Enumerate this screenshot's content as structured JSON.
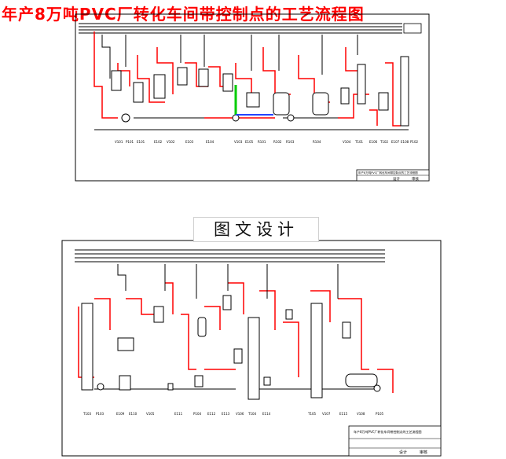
{
  "title": "年产8万吨PVC厂转化车间带控制点的工艺流程图",
  "caption": "图文设计",
  "sheet1": {
    "labels": [
      "V101",
      "P101",
      "E101",
      "E102",
      "V102",
      "E103",
      "E104",
      "V103",
      "E105",
      "R101",
      "R102",
      "R103",
      "R104",
      "V104",
      "T101",
      "E106",
      "T102",
      "E107",
      "E108",
      "P102"
    ],
    "title_block": "年产8万吨PVC厂转化车间带控制点的工艺流程图",
    "stamps": [
      "设计",
      "审核"
    ]
  },
  "sheet2": {
    "labels": [
      "T103",
      "P103",
      "E109",
      "E110",
      "V105",
      "E111",
      "P104",
      "E112",
      "E113",
      "V106",
      "T104",
      "E114",
      "T105",
      "V107",
      "E115",
      "V108",
      "P105"
    ],
    "title_block": "年产8万吨PVC厂转化车间带控制点的工艺流程图",
    "stamps": [
      "设计",
      "审核"
    ]
  },
  "colors": {
    "title": "#ff0000",
    "pipe": "#ff0000",
    "line": "#000000",
    "highlight_green": "#00cc00",
    "highlight_blue": "#2244ff"
  }
}
